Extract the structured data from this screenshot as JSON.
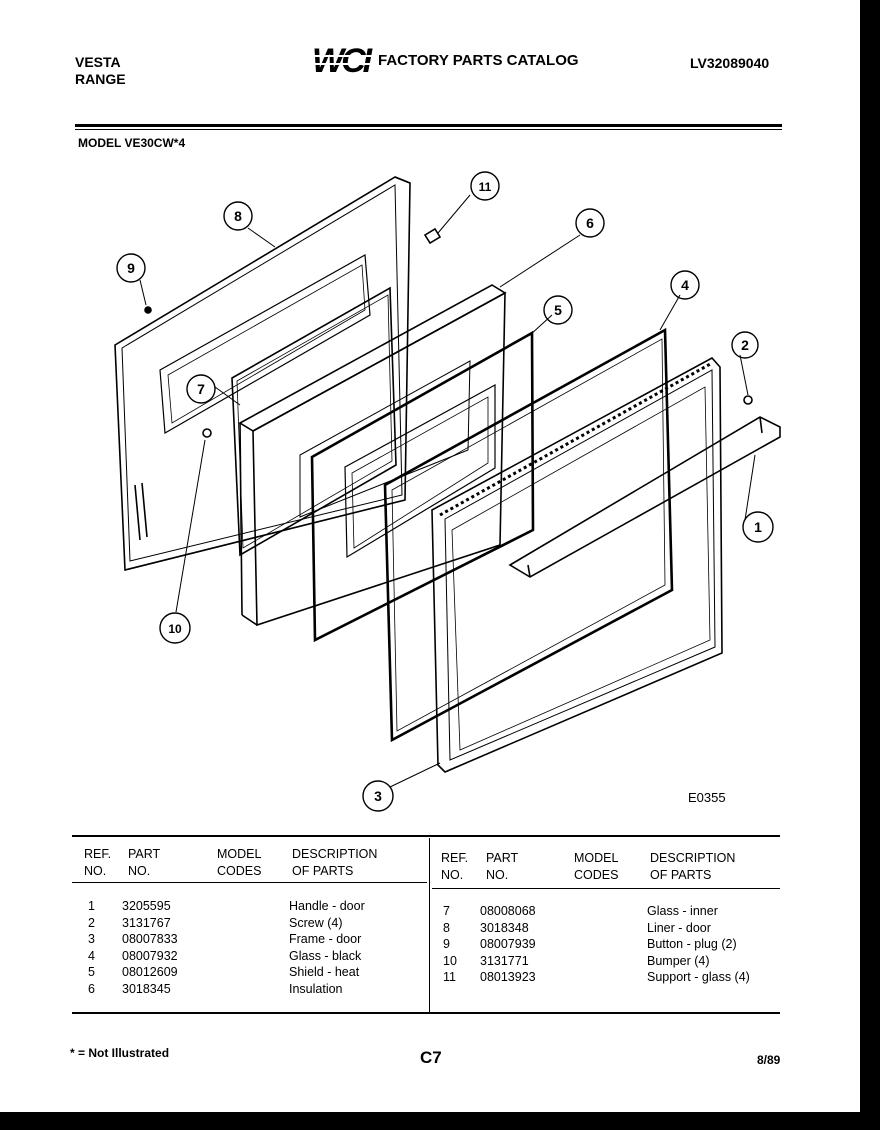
{
  "header": {
    "brand_line1": "VESTA",
    "brand_line2": "RANGE",
    "logo": "WCI",
    "catalog_title": "FACTORY PARTS CATALOG",
    "doc_number": "LV32089040"
  },
  "model_line": "MODEL VE30CW*4",
  "diagram": {
    "callouts": [
      "1",
      "2",
      "3",
      "4",
      "5",
      "6",
      "7",
      "8",
      "9",
      "10",
      "11"
    ],
    "figure_code": "E0355"
  },
  "parts_table": {
    "headers": {
      "ref_line1": "REF.",
      "ref_line2": "NO.",
      "part_line1": "PART",
      "part_line2": "NO.",
      "model_line1": "MODEL",
      "model_line2": "CODES",
      "desc_line1": "DESCRIPTION",
      "desc_line2": "OF PARTS"
    },
    "left_rows": [
      {
        "ref": "1",
        "part": "3205595",
        "desc": "Handle - door"
      },
      {
        "ref": "2",
        "part": "3131767",
        "desc": "Screw (4)"
      },
      {
        "ref": "3",
        "part": "08007833",
        "desc": "Frame - door"
      },
      {
        "ref": "4",
        "part": "08007932",
        "desc": "Glass - black"
      },
      {
        "ref": "5",
        "part": "08012609",
        "desc": "Shield - heat"
      },
      {
        "ref": "6",
        "part": "3018345",
        "desc": "Insulation"
      }
    ],
    "right_rows": [
      {
        "ref": "7",
        "part": "08008068",
        "desc": "Glass - inner"
      },
      {
        "ref": "8",
        "part": "3018348",
        "desc": "Liner - door"
      },
      {
        "ref": "9",
        "part": "08007939",
        "desc": "Button - plug (2)"
      },
      {
        "ref": "10",
        "part": "3131771",
        "desc": "Bumper (4)"
      },
      {
        "ref": "11",
        "part": "08013923",
        "desc": "Support - glass (4)"
      }
    ]
  },
  "footer": {
    "note": "* = Not Illustrated",
    "page": "C7",
    "date": "8/89"
  }
}
